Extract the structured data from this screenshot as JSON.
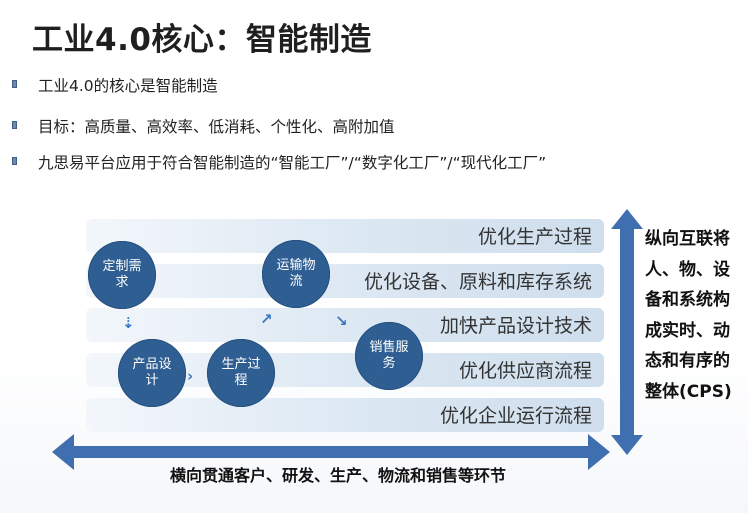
{
  "title": "工业4.0核心：智能制造",
  "bullets": [
    "工业4.0的核心是智能制造",
    "目标：高质量、高效率、低消耗、个性化、高附加值",
    "九思易平台应用于符合智能制造的“智能工厂”/“数字化工厂”/“现代化工厂”"
  ],
  "bands": [
    "优化生产过程",
    "优化设备、原料和库存系统",
    "加快产品设计技术",
    "优化供应商流程",
    "优化企业运行流程"
  ],
  "circles": {
    "custom": "定制需求",
    "transport": "运输物流",
    "sales": "销售服务",
    "product_design": "产品设计",
    "production": "生产过程"
  },
  "vertical_arrow_text": "纵向互联将人、物、设备和系统构成实时、动态和有序的整体(CPS)",
  "horizontal_arrow_text": "横向贯通客户、研发、生产、物流和销售等环节",
  "colors": {
    "circle": "#2f5e93",
    "arrow": "#3f6fae",
    "band_end": "#cfdeed"
  }
}
